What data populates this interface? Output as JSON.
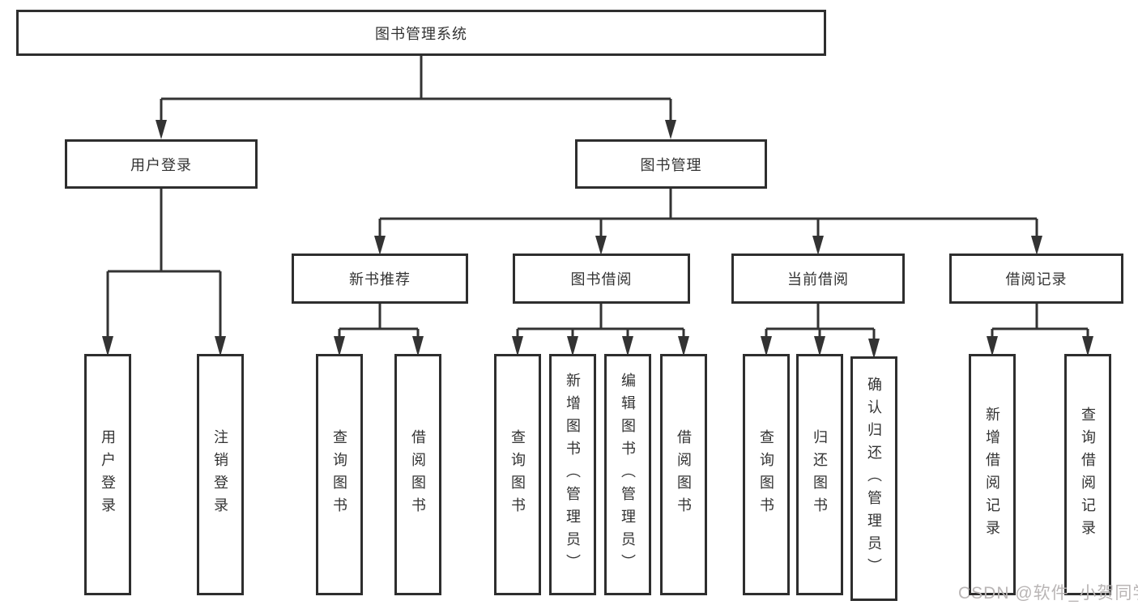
{
  "title": "图书管理系统",
  "watermark": "CSDN @软件_小贺同学",
  "colors": {
    "line": "#333333",
    "box_border": "#2e2e2e",
    "text": "#333333",
    "watermark": "#b9b5b5",
    "background": "#ffffff"
  },
  "nodes": {
    "root": "图书管理系统",
    "user_login": "用户登录",
    "book_mgmt": "图书管理",
    "new_book_rec": "新书推荐",
    "book_borrow": "图书借阅",
    "current_borrow": "当前借阅",
    "borrow_record": "借阅记录",
    "leaf_user_login": "用户登录",
    "leaf_logout": "注销登录",
    "leaf_query_book_1": "查询图书",
    "leaf_borrow_book_1": "借阅图书",
    "leaf_query_book_2": "查询图书",
    "leaf_add_book": "新增图书（管理员）",
    "leaf_edit_book": "编辑图书（管理员）",
    "leaf_borrow_book_2": "借阅图书",
    "leaf_query_book_3": "查询图书",
    "leaf_return_book": "归还图书",
    "leaf_confirm_return": "确认归还（管理员）",
    "leaf_add_record": "新增借阅记录",
    "leaf_query_record": "查询借阅记录"
  },
  "hierarchy": {
    "label": "图书管理系统",
    "children": [
      {
        "label": "用户登录",
        "children": [
          {
            "label": "用户登录"
          },
          {
            "label": "注销登录"
          }
        ]
      },
      {
        "label": "图书管理",
        "children": [
          {
            "label": "新书推荐",
            "children": [
              {
                "label": "查询图书"
              },
              {
                "label": "借阅图书"
              }
            ]
          },
          {
            "label": "图书借阅",
            "children": [
              {
                "label": "查询图书"
              },
              {
                "label": "新增图书（管理员）"
              },
              {
                "label": "编辑图书（管理员）"
              },
              {
                "label": "借阅图书"
              }
            ]
          },
          {
            "label": "当前借阅",
            "children": [
              {
                "label": "查询图书"
              },
              {
                "label": "归还图书"
              },
              {
                "label": "确认归还（管理员）"
              }
            ]
          },
          {
            "label": "借阅记录",
            "children": [
              {
                "label": "新增借阅记录"
              },
              {
                "label": "查询借阅记录"
              }
            ]
          }
        ]
      }
    ]
  }
}
